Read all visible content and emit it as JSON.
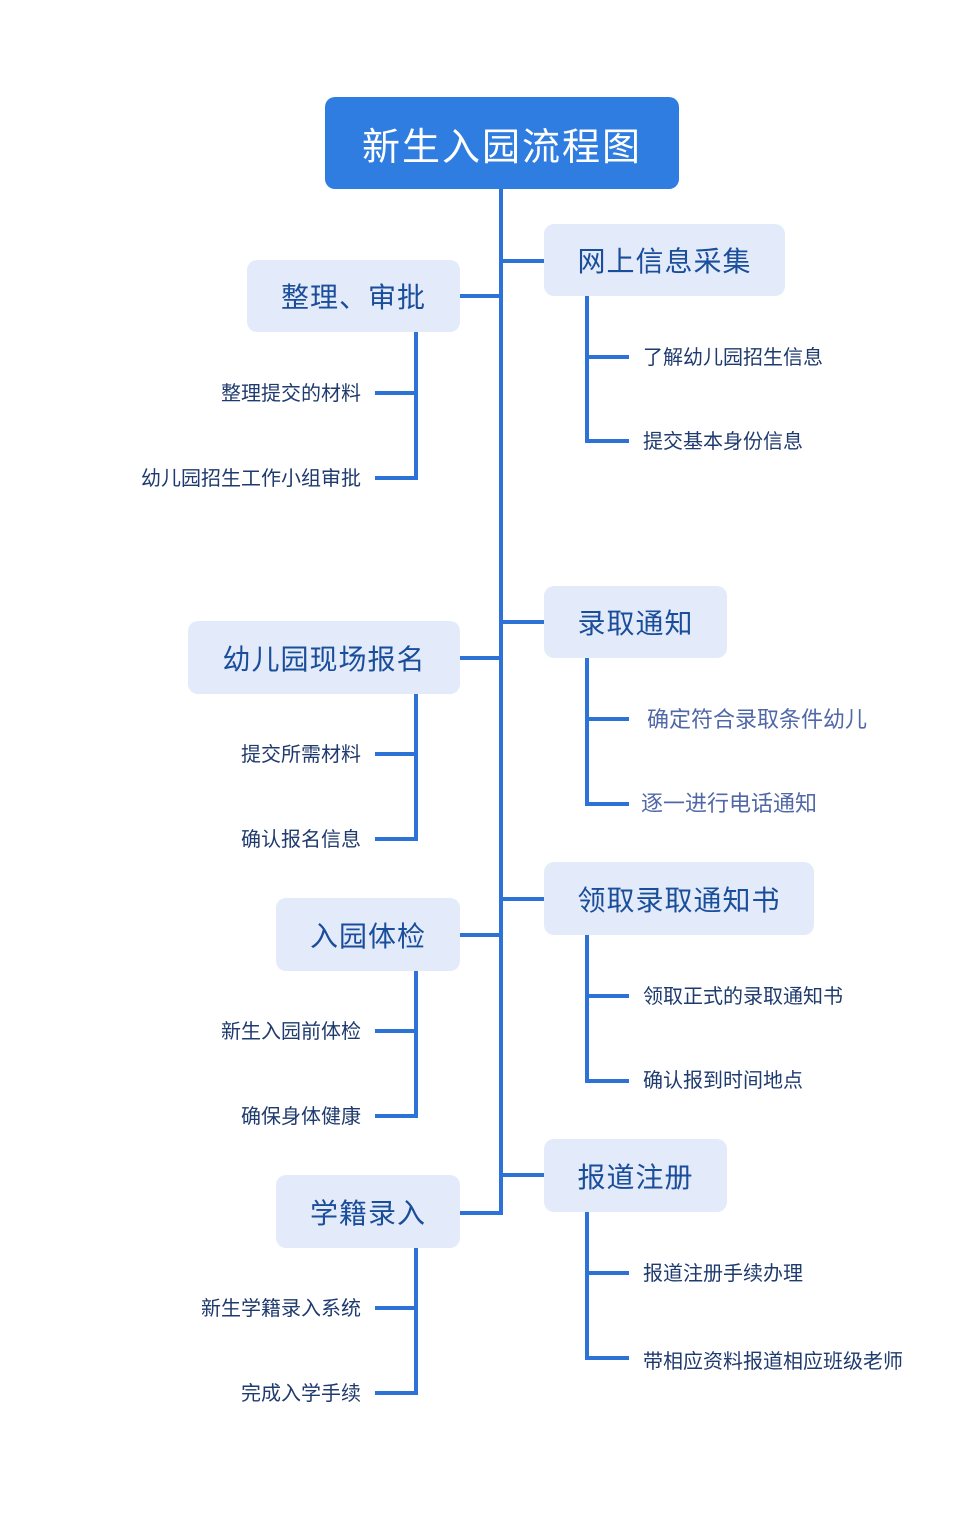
{
  "title": "新生入园流程图",
  "colors": {
    "title_bg": "#2f7de1",
    "line": "#2d72d6",
    "node_bg": "#e3ebfb",
    "node_text": "#1a4d9a",
    "leaf_text": "#1f3a6e"
  },
  "right_nodes": [
    {
      "label": "网上信息采集",
      "children": [
        "了解幼儿园招生信息",
        "提交基本身份信息"
      ]
    },
    {
      "label": "录取通知",
      "children": [
        "确定符合录取条件幼儿",
        "逐一进行电话通知"
      ]
    },
    {
      "label": "领取录取通知书",
      "children": [
        "领取正式的录取通知书",
        "确认报到时间地点"
      ]
    },
    {
      "label": "报道注册",
      "children": [
        "报道注册手续办理",
        "带相应资料报道相应班级老师"
      ]
    }
  ],
  "left_nodes": [
    {
      "label": "整理、审批",
      "children": [
        "整理提交的材料",
        "幼儿园招生工作小组审批"
      ]
    },
    {
      "label": "幼儿园现场报名",
      "children": [
        "提交所需材料",
        "确认报名信息"
      ]
    },
    {
      "label": "入园体检",
      "children": [
        "新生入园前体检",
        "确保身体健康"
      ]
    },
    {
      "label": "学籍录入",
      "children": [
        "新生学籍录入系统",
        "完成入学手续"
      ]
    }
  ]
}
